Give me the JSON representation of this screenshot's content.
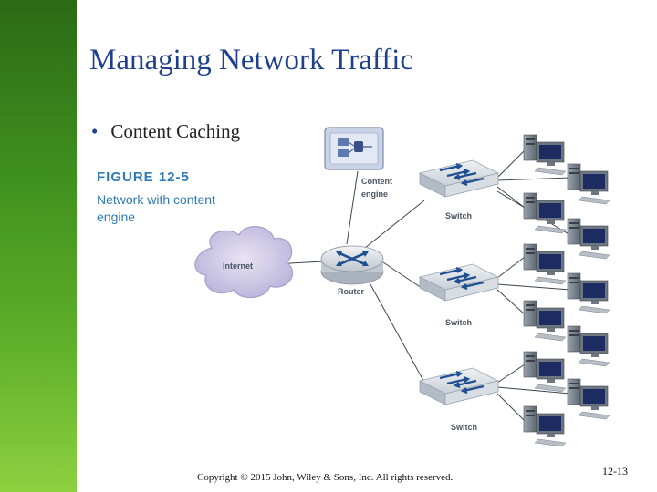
{
  "slide": {
    "title": "Managing Network Traffic",
    "bullet": "Content Caching",
    "footer": "Copyright © 2015 John, Wiley & Sons, Inc. All rights reserved.",
    "page_number": "12-13"
  },
  "figure": {
    "label": "FIGURE 12-5",
    "caption": "Network with content engine",
    "nodes": {
      "internet": "Internet",
      "router": "Router",
      "content_engine_line1": "Content",
      "content_engine_line2": "engine",
      "switch_top": "Switch",
      "switch_middle": "Switch",
      "switch_bottom": "Switch"
    }
  },
  "colors": {
    "title": "#1f3f8f",
    "figure_text": "#2f7ab8",
    "sidebar_top": "#2b6a16",
    "sidebar_bottom": "#8dd040"
  }
}
